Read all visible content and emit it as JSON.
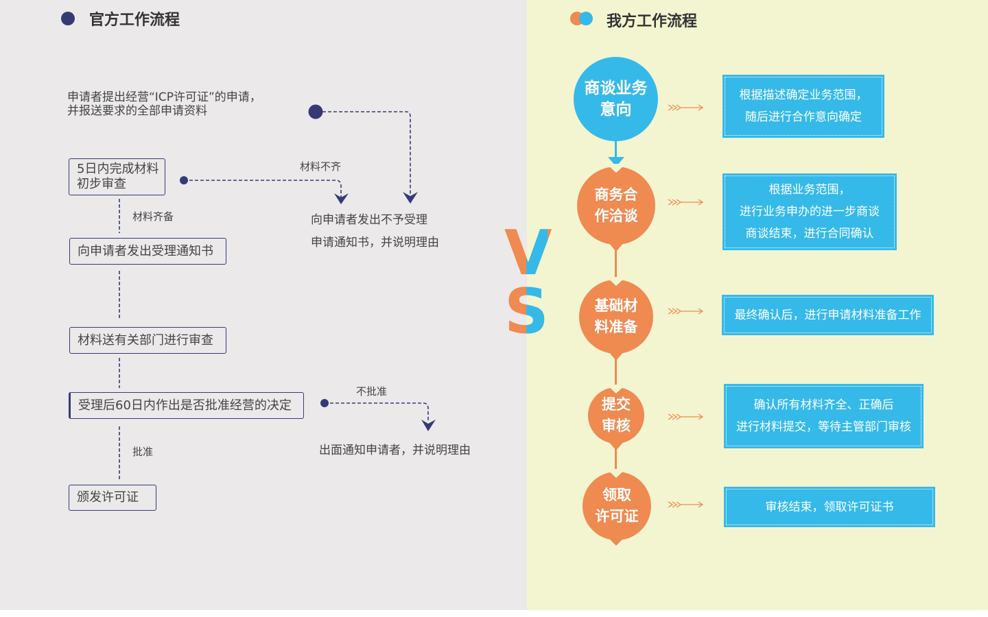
{
  "left": {
    "title": "官方工作流程",
    "intro": {
      "line1": "申请者提出经营“ICP许可证”的申请，",
      "line2": "并报送要求的全部申请资料"
    },
    "steps": [
      {
        "line1": "5日内完成材料",
        "line2": "初步审查"
      },
      {
        "label": "向申请者发出受理通知书"
      },
      {
        "label": "材料送有关部门进行审查"
      },
      {
        "label": "受理后60日内作出是否批准经营的决定"
      },
      {
        "label": "颁发许可证"
      }
    ],
    "connectors": {
      "complete": "材料齐备",
      "incomplete": "材料不齐",
      "rejected": "不批准",
      "approved": "批准"
    },
    "outcomes": {
      "reject_line1": "向申请者发出不予受理",
      "reject_line2": "申请通知书，并说明理由",
      "deny": "出面通知申请者，并说明理由"
    }
  },
  "vs": {
    "v": "V",
    "s": "S"
  },
  "right": {
    "title": "我方工作流程",
    "steps": [
      {
        "line1": "商谈业务",
        "line2": "意向",
        "desc": [
          "根据描述确定业务范围，",
          "随后进行合作意向确定"
        ]
      },
      {
        "line1": "商务合",
        "line2": "作洽谈",
        "desc": [
          "根据业务范围，",
          "进行业务申办的进一步商谈",
          "商谈结束，进行合同确认"
        ]
      },
      {
        "line1": "基础材",
        "line2": "料准备",
        "desc": [
          "最终确认后，进行申请材料准备工作"
        ]
      },
      {
        "line1": "提交",
        "line2": "审核",
        "desc": [
          "确认所有材料齐全、正确后",
          "进行材料提交，等待主管部门审核"
        ]
      },
      {
        "line1": "领取",
        "line2": "许可证",
        "desc": [
          "审核结束，领取许可证书"
        ]
      }
    ]
  },
  "colors": {
    "navy": "#363a74",
    "orange": "#ef8a51",
    "blue": "#35b9e9",
    "left_bg": "#ebe9ea",
    "right_bg": "#f3f5d0"
  }
}
